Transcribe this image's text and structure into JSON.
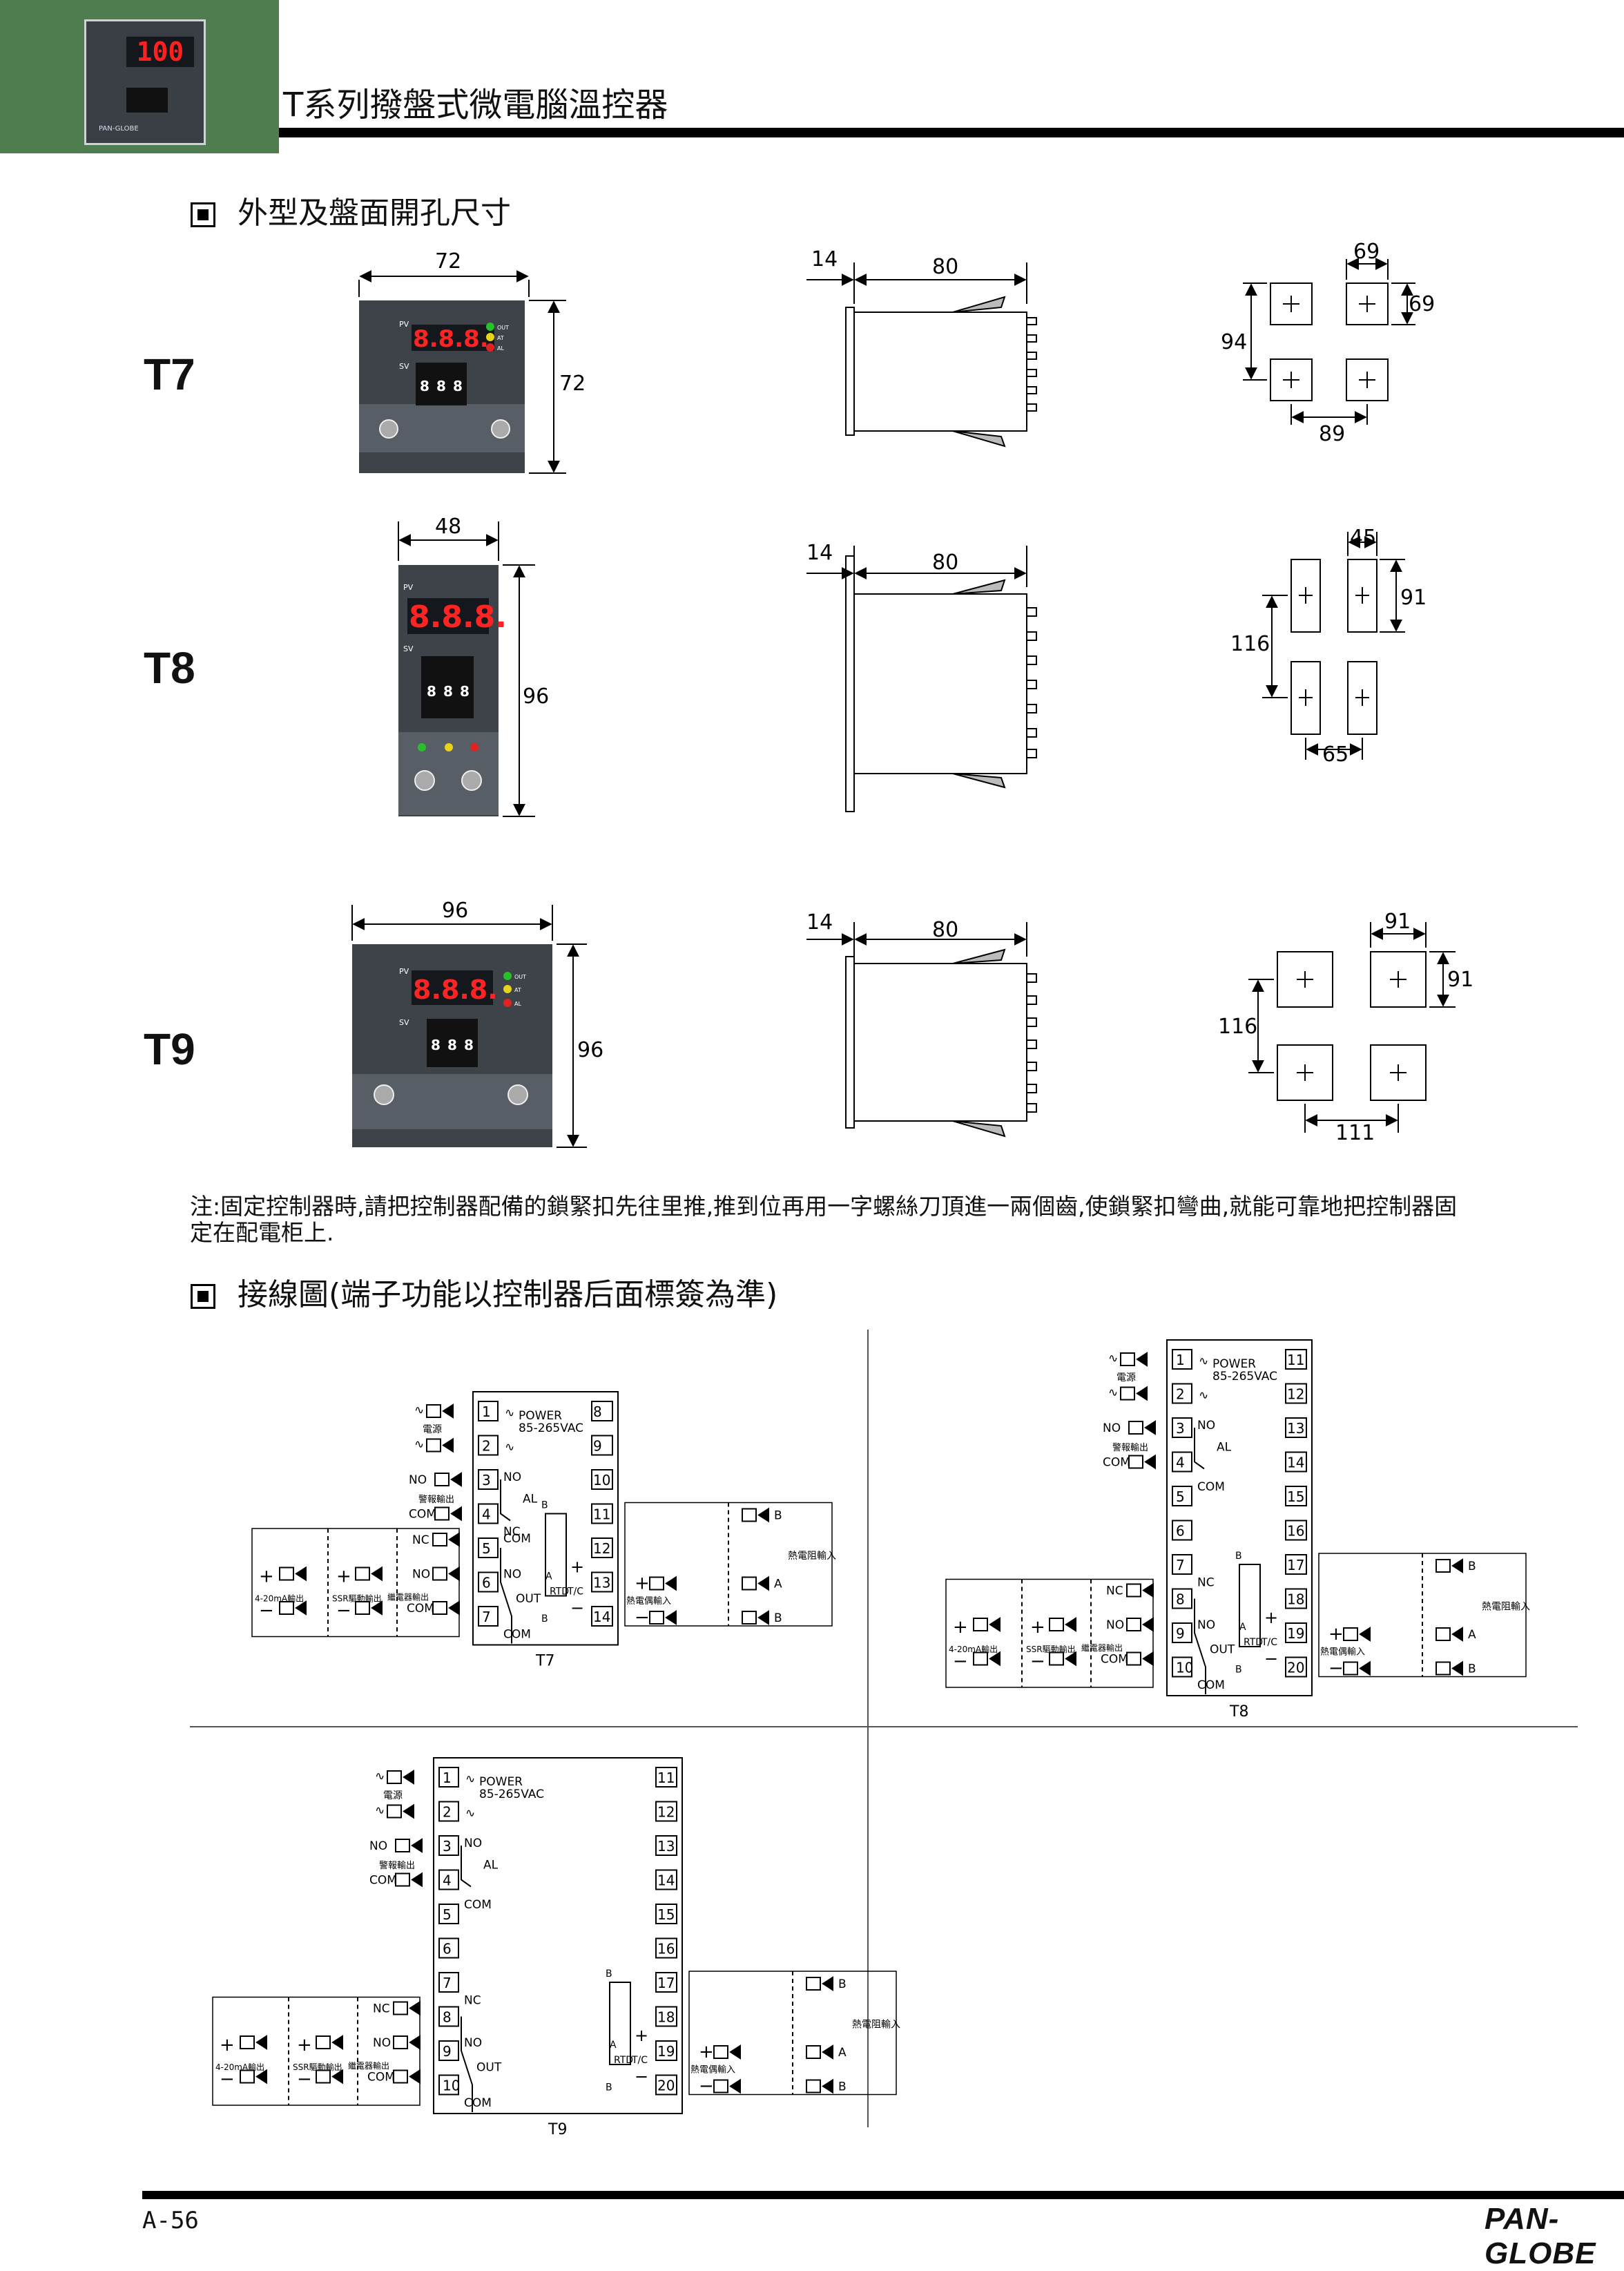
{
  "header": {
    "title": "T系列撥盤式微電腦溫控器",
    "photo_display": "100",
    "photo_brand": "PAN-GLOBE"
  },
  "section1": {
    "title": "外型及盤面開孔尺寸"
  },
  "models": [
    {
      "name": "T7",
      "front_w": "72",
      "front_h": "72",
      "depth_a": "14",
      "depth_b": "80",
      "cut_w": "69",
      "cut_h": "69",
      "pitch_v": "94",
      "pitch_h": "89"
    },
    {
      "name": "T8",
      "front_w": "48",
      "front_h": "96",
      "depth_a": "14",
      "depth_b": "80",
      "cut_w": "45",
      "cut_h": "91",
      "pitch_v": "116",
      "pitch_h": "65"
    },
    {
      "name": "T9",
      "front_w": "96",
      "front_h": "96",
      "depth_a": "14",
      "depth_b": "80",
      "cut_w": "91",
      "cut_h": "91",
      "pitch_v": "116",
      "pitch_h": "111"
    }
  ],
  "faceplate": {
    "pv": "PV",
    "sv": "SV",
    "digits": "8.8.8.",
    "dial": "8",
    "out": "OUT",
    "at": "AT",
    "al": "AL"
  },
  "note": "注:固定控制器時,請把控制器配備的鎖緊扣先往里推,推到位再用一字螺絲刀頂進一兩個齒,使鎖緊扣彎曲,就能可靠地把控制器固定在配電柜上.",
  "section2": {
    "title": "接線圖(端子功能以控制器后面標簽為準)"
  },
  "wiring": {
    "power": "POWER",
    "voltage": "85-265VAC",
    "src": "電源",
    "alarm_out": "警報輸出",
    "relay_out": "繼電器輸出",
    "ma_out": "4-20mA輸出",
    "ssr_out": "SSR驅動輸出",
    "tc_in": "熱電偶輸入",
    "rtd_in": "熱電阻輸入",
    "NO": "NO",
    "NC": "NC",
    "COM": "COM",
    "AL": "AL",
    "OUT": "OUT",
    "RTD": "RTD",
    "TC": "T/C",
    "A": "A",
    "B": "B",
    "plus": "+",
    "minus": "−",
    "ac": "∿",
    "captions": [
      "T7",
      "T8",
      "T9"
    ],
    "t7_left": [
      "1",
      "2",
      "3",
      "4",
      "5",
      "6",
      "7"
    ],
    "t7_right": [
      "8",
      "9",
      "10",
      "11",
      "12",
      "13",
      "14"
    ],
    "t8_left": [
      "1",
      "2",
      "3",
      "4",
      "5",
      "6",
      "7",
      "8",
      "9",
      "10"
    ],
    "t8_right": [
      "11",
      "12",
      "13",
      "14",
      "15",
      "16",
      "17",
      "18",
      "19",
      "20"
    ]
  },
  "footer": {
    "page": "A-56",
    "logo": "PAN-GLOBE"
  }
}
